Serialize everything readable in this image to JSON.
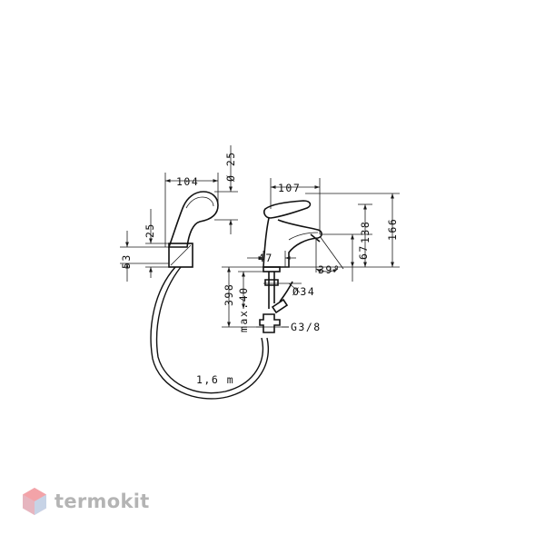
{
  "dimensions": {
    "shower_width": "104",
    "head_diameter": "Ø 25",
    "head_offset": "25",
    "holder_height": "53",
    "spout_reach": "107",
    "height_total": "166",
    "height_spout": "138",
    "spout_height": "67",
    "spout_angle": "39°",
    "base_width": "47",
    "shank_length": "398",
    "max_thickness": "max.40",
    "shank_diameter": "Ø34",
    "thread": "G3/8",
    "hose_length": "1,6 m"
  },
  "brand": {
    "name": "termokit",
    "logo_icon": "hexagon-logo-icon",
    "colors": {
      "logo_top": "#f3a3a8",
      "logo_bottom": "#c7d3e6",
      "text": "#b4b4b4"
    }
  }
}
